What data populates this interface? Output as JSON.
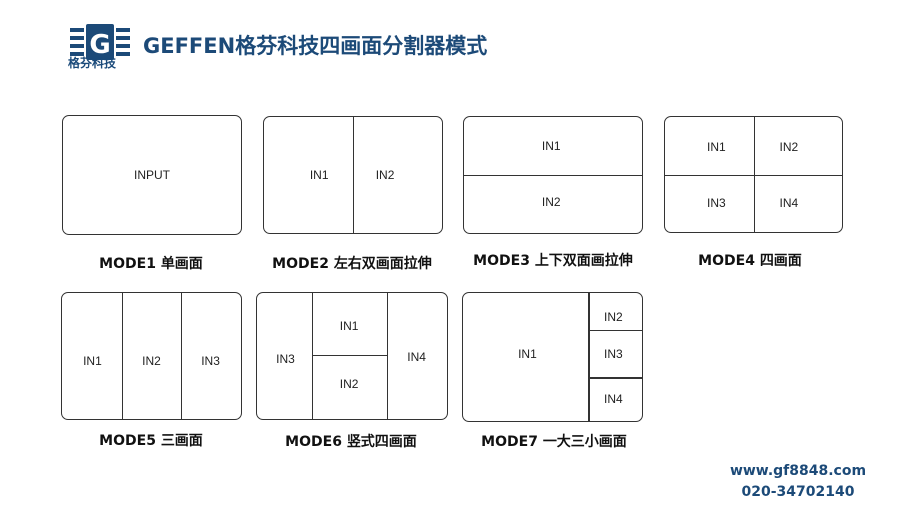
{
  "header": {
    "logo_text": "格芬科技",
    "title": "GEFFEN格芬科技四画面分割器模式"
  },
  "modes": [
    {
      "caption": "MODE1 单画面",
      "inputs": [
        "INPUT"
      ]
    },
    {
      "caption": "MODE2 左右双画面拉伸",
      "inputs": [
        "IN1",
        "IN2"
      ]
    },
    {
      "caption": "MODE3 上下双面画拉伸",
      "inputs": [
        "IN1",
        "IN2"
      ]
    },
    {
      "caption": "MODE4 四画面",
      "inputs": [
        "IN1",
        "IN2",
        "IN3",
        "IN4"
      ]
    },
    {
      "caption": "MODE5 三画面",
      "inputs": [
        "IN1",
        "IN2",
        "IN3"
      ]
    },
    {
      "caption": "MODE6 竖式四画面",
      "inputs": [
        "IN1",
        "IN2",
        "IN3",
        "IN4"
      ]
    },
    {
      "caption": "MODE7 一大三小画面",
      "inputs": [
        "IN1",
        "IN2",
        "IN3",
        "IN4"
      ]
    }
  ],
  "contact": {
    "website": "www.gf8848.com",
    "phone": "020-34702140"
  }
}
